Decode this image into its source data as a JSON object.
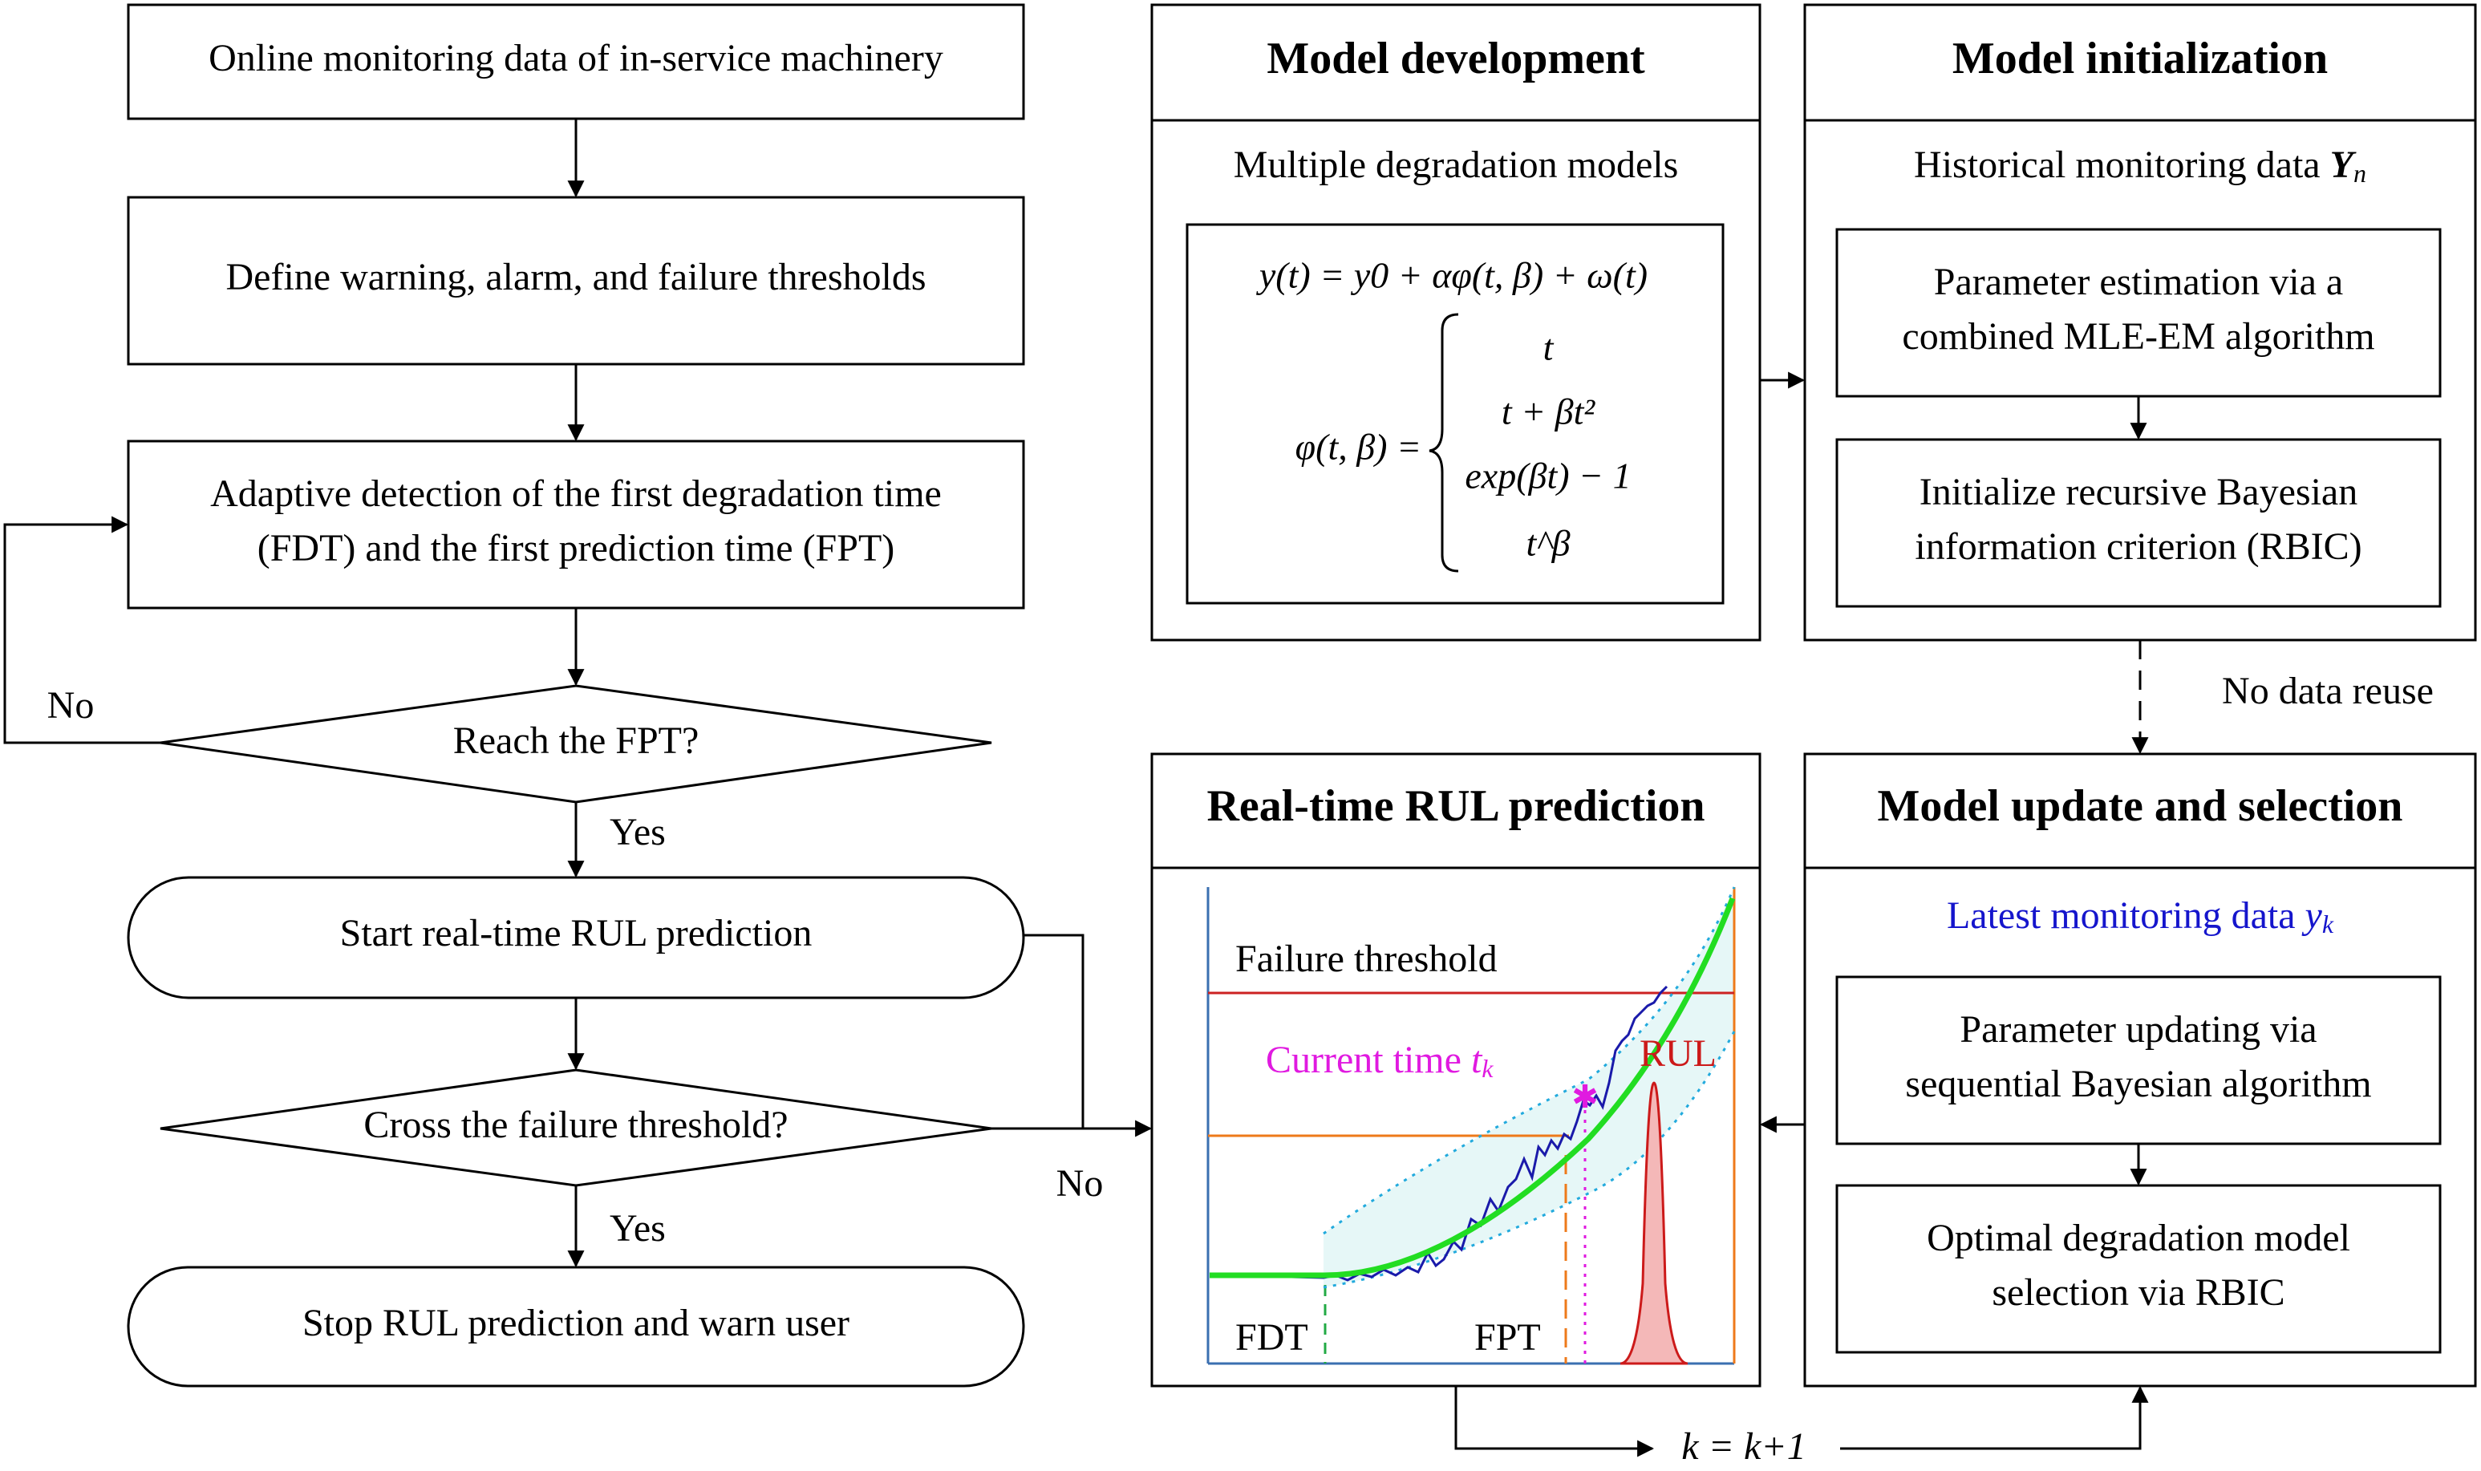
{
  "flowchart": {
    "online_monitoring": "Online monitoring data of in-service machinery",
    "define_thresholds": "Define warning, alarm, and failure thresholds",
    "adaptive_line1": "Adaptive detection of the first degradation time",
    "adaptive_line2": "(FDT) and the first prediction time (FPT)",
    "reach_fpt": "Reach the FPT?",
    "no_label_1": "No",
    "yes_label_1": "Yes",
    "start_rul": "Start real-time RUL prediction",
    "cross_threshold": "Cross the failure threshold?",
    "yes_label_2": "Yes",
    "no_label_2": "No",
    "stop_rul": "Stop RUL prediction and warn user"
  },
  "model_development": {
    "title": "Model development",
    "subtitle": "Multiple degradation models",
    "equation": "y(t) = y0 + αφ(t, β) + ω(t)",
    "phi_lhs": "φ(t, β) =",
    "cases": [
      "t",
      "t + βt²",
      "exp(βt) − 1",
      "t^β"
    ]
  },
  "model_initialization": {
    "title": "Model initialization",
    "historical_label": "Historical monitoring data",
    "historical_symbol": "Y",
    "historical_sub": "n",
    "param_est_line1": "Parameter estimation via a",
    "param_est_line2": "combined MLE-EM algorithm",
    "init_rbic_line1": "Initialize recursive Bayesian",
    "init_rbic_line2": "information criterion (RBIC)"
  },
  "no_data_reuse": "No data reuse",
  "model_update": {
    "title": "Model update and selection",
    "latest_label": "Latest monitoring data",
    "latest_symbol": "y",
    "latest_sub": "k",
    "param_update_line1": "Parameter updating via",
    "param_update_line2": "sequential Bayesian algorithm",
    "optimal_line1": "Optimal degradation model",
    "optimal_line2": "selection via RBIC"
  },
  "rul_panel": {
    "title": "Real-time RUL prediction",
    "failure_threshold": "Failure threshold",
    "current_time": "Current time",
    "current_symbol": "t",
    "current_sub": "k",
    "rul": "RUL",
    "fdt": "FDT",
    "fpt": "FPT"
  },
  "loop_label": "k = k+1",
  "colors": {
    "latest_data": "#1515cc",
    "current_time": "#e01ae0",
    "rul": "#cc1a1a",
    "fit_curve": "#22dd22",
    "band": "#22aadd",
    "signal": "#1a1aaa",
    "orange": "#ee7a1a",
    "threshold_line": "#cc2222",
    "density_fill": "#f4b8b8",
    "band_fill": "#e6f7f7",
    "axis": "#3a6fb0"
  },
  "chart_data": {
    "type": "line",
    "title": "",
    "xlabel": "",
    "ylabel": "",
    "series": [],
    "annotations": [
      "Failure threshold",
      "Current time tk",
      "RUL",
      "FDT",
      "FPT"
    ]
  }
}
